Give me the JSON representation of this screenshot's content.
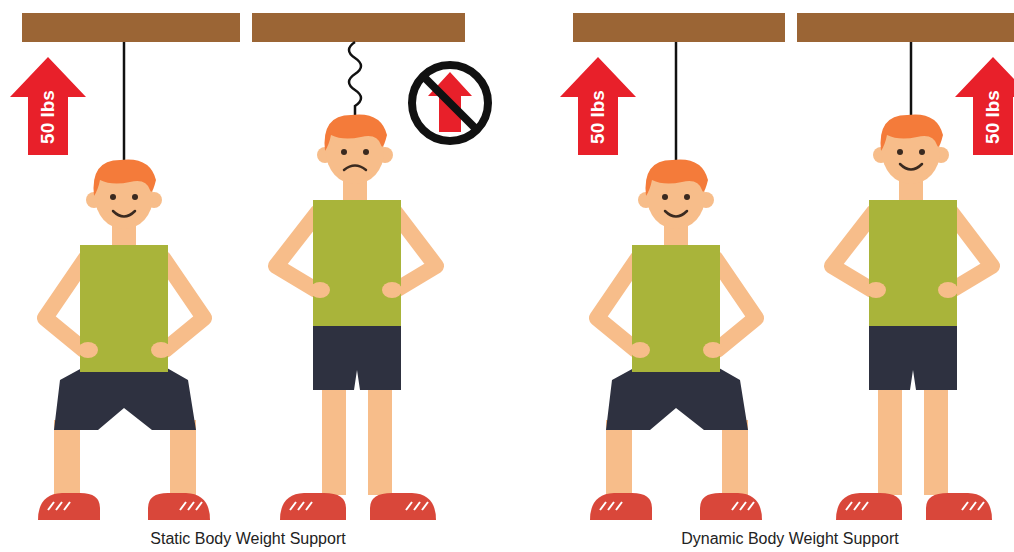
{
  "diagram": {
    "nodes": [
      {
        "text": [
          "50 lbs"
        ]
      },
      {
        "text": [
          "50 lbs"
        ]
      },
      {
        "text": [
          "50 lbs"
        ]
      }
    ],
    "labels": [
      "Static Body Weight Support",
      "Dynamic Body Weight Support"
    ]
  }
}
